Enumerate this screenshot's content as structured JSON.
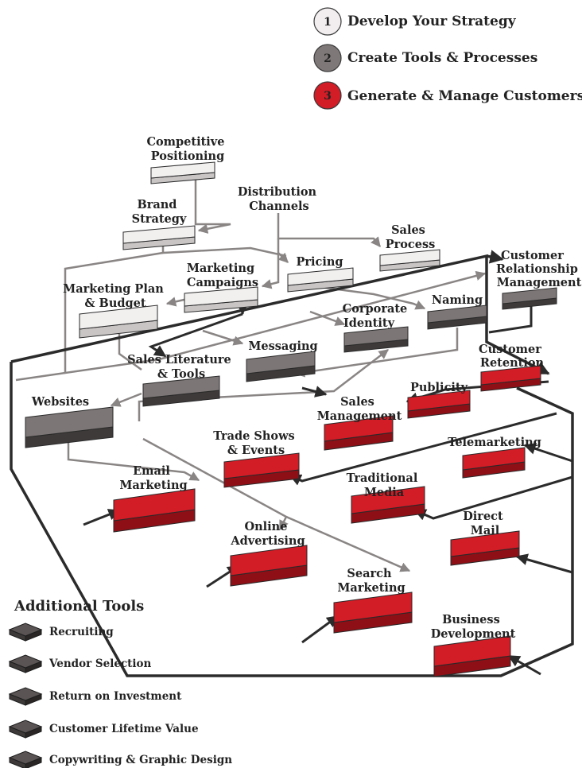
{
  "legend": [
    {
      "num": "1",
      "label": "Develop Your Strategy",
      "color": "#f2eeef"
    },
    {
      "num": "2",
      "label": "Create Tools & Processes",
      "color": "#7f7878"
    },
    {
      "num": "3",
      "label": "Generate & Manage Customers",
      "color": "#d21c26"
    }
  ],
  "nodes": {
    "competitive_positioning": {
      "lines": [
        "Competitive",
        "Positioning"
      ],
      "tier": 1
    },
    "brand_strategy": {
      "lines": [
        "Brand",
        "Strategy"
      ],
      "tier": 1
    },
    "distribution_channels": {
      "lines": [
        "Distribution",
        "Channels"
      ],
      "tier": 1
    },
    "sales_process": {
      "lines": [
        "Sales",
        "Process"
      ],
      "tier": 1
    },
    "pricing": {
      "lines": [
        "Pricing"
      ],
      "tier": 1
    },
    "marketing_campaigns": {
      "lines": [
        "Marketing",
        "Campaigns"
      ],
      "tier": 1
    },
    "marketing_plan_budget": {
      "lines": [
        "Marketing Plan",
        "& Budget"
      ],
      "tier": 1
    },
    "customer_relationship_management": {
      "lines": [
        "Customer",
        "Relationship",
        "Management"
      ],
      "tier": 2
    },
    "naming": {
      "lines": [
        "Naming"
      ],
      "tier": 2
    },
    "corporate_identity": {
      "lines": [
        "Corporate",
        "Identity"
      ],
      "tier": 2
    },
    "messaging": {
      "lines": [
        "Messaging"
      ],
      "tier": 2
    },
    "sales_literature_tools": {
      "lines": [
        "Sales Literature",
        "& Tools"
      ],
      "tier": 2
    },
    "websites": {
      "lines": [
        "Websites"
      ],
      "tier": 2
    },
    "customer_retention": {
      "lines": [
        "Customer",
        "Retention"
      ],
      "tier": 3
    },
    "publicity": {
      "lines": [
        "Publicity"
      ],
      "tier": 3
    },
    "sales_management": {
      "lines": [
        "Sales",
        "Management"
      ],
      "tier": 3
    },
    "telemarketing": {
      "lines": [
        "Telemarketing"
      ],
      "tier": 3
    },
    "trade_shows_events": {
      "lines": [
        "Trade Shows",
        "& Events"
      ],
      "tier": 3
    },
    "traditional_media": {
      "lines": [
        "Traditional",
        "Media"
      ],
      "tier": 3
    },
    "email_marketing": {
      "lines": [
        "Email",
        "Marketing"
      ],
      "tier": 3
    },
    "direct_mail": {
      "lines": [
        "Direct",
        "Mail"
      ],
      "tier": 3
    },
    "online_advertising": {
      "lines": [
        "Online",
        "Advertising"
      ],
      "tier": 3
    },
    "search_marketing": {
      "lines": [
        "Search",
        "Marketing"
      ],
      "tier": 3
    },
    "business_development": {
      "lines": [
        "Business",
        "Development"
      ],
      "tier": 3
    }
  },
  "additional_tools": {
    "title": "Additional Tools",
    "items": [
      "Recruiting",
      "Vendor Selection",
      "Return on Investment",
      "Customer Lifetime Value",
      "Copywriting & Graphic Design"
    ],
    "icon": "dark-box-icon",
    "icon_color": "#3d3939"
  },
  "colors": {
    "tier1_top": "#f2efef",
    "tier1_side": "#c9c5c5",
    "tier2_top": "#7d7676",
    "tier2_side": "#3f3a3a",
    "tier3_top": "#d21c26",
    "tier3_side": "#8e0f16",
    "line_dark": "#2b2b2b",
    "line_grey": "#8a8585"
  }
}
